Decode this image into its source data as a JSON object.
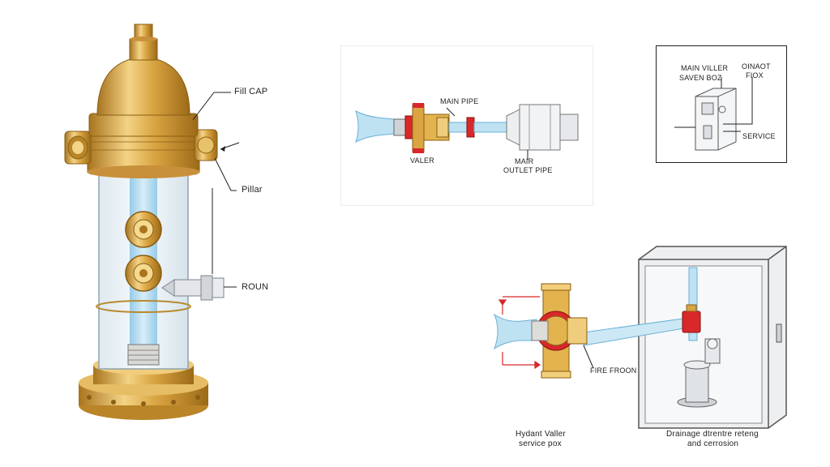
{
  "hydrant": {
    "cap_label": "Fill CAP",
    "pillar_label": "Pillar",
    "outlet_label": "ROUN"
  },
  "pipe_panel": {
    "main_pipe_label": "MAIN PIPE",
    "valve_label": "VALER",
    "outlet_pipe_label_1": "MAIR",
    "outlet_pipe_label_2": "OUTLET PIPE"
  },
  "box_panel": {
    "main_valve_label_1": "MAIN VILLER",
    "main_valve_label_2": "SAVEN BOZ",
    "outlet_label_1": "OINAOT",
    "outlet_label_2": "FIOX",
    "service_label": "SERVICE"
  },
  "lower_panel": {
    "fire_label": "FIRE FROON",
    "caption_left_1": "Hydant Valler",
    "caption_left_2": "service pox",
    "caption_right_1": "Drainage dtrentre reteng",
    "caption_right_2": "and cerrosion"
  },
  "colors": {
    "brass": "#d9a441",
    "brass_dark": "#a8741e",
    "brass_light": "#f2cf7a",
    "water": "#a9d6ee",
    "red": "#d8282a",
    "steel": "#c9cdd2"
  }
}
